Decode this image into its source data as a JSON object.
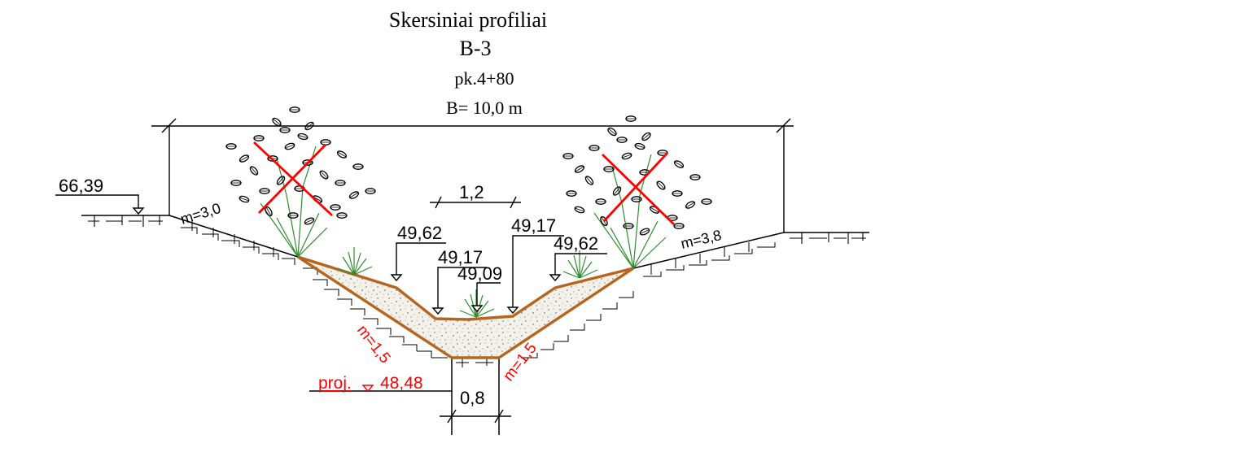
{
  "title": {
    "line1": "Skersiniai profiliai",
    "line2": "B-3",
    "line3": "pk.4+80",
    "line4": "B= 10,0 m"
  },
  "labels": {
    "left_ground_level": "66,39",
    "left_slope": "m=3,0",
    "right_slope": "m=3,8",
    "left_lining_slope": "m=1,5",
    "right_lining_slope": "m=1,5",
    "inner_width": "1,2",
    "bottom_width": "0,8",
    "level_left_shelf": "49,62",
    "level_left_bottom": "49,17",
    "level_center": "49,09",
    "level_right_bottom": "49,17",
    "level_right_shelf": "49,62",
    "proj_label": "proj.",
    "proj_level": "48,48"
  },
  "colors": {
    "line": "#000000",
    "lining": "#b5651d",
    "annotation_red": "#ff0000",
    "vegetation": "#2e8b2e",
    "foliage": "#000000"
  },
  "icons": [
    "tree-removed-left",
    "tree-removed-right",
    "grass-tuft",
    "level-marker"
  ]
}
